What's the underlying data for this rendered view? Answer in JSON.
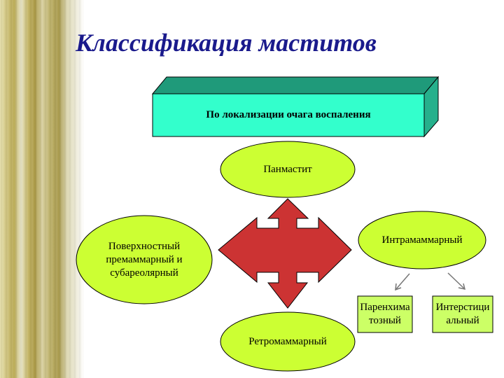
{
  "title": "Классификация маститов",
  "header_box": {
    "label": "По локализации очага воспаления"
  },
  "nodes": {
    "top": "Панмастит",
    "left": "Поверхностный премаммарный и субареолярный",
    "right": "Интрамаммарный",
    "bottom": "Ретромаммарный",
    "sub_left": "Паренхиматозный",
    "sub_right": "Интерстициальный"
  },
  "colors": {
    "title": "#1a1a8c",
    "box_front": "#33ffcc",
    "box_top": "#1f9a7a",
    "box_side": "#26b08c",
    "ellipse_fill": "#ccff33",
    "arrow_fill": "#cc3333",
    "sub_box_fill": "#ccff66"
  }
}
